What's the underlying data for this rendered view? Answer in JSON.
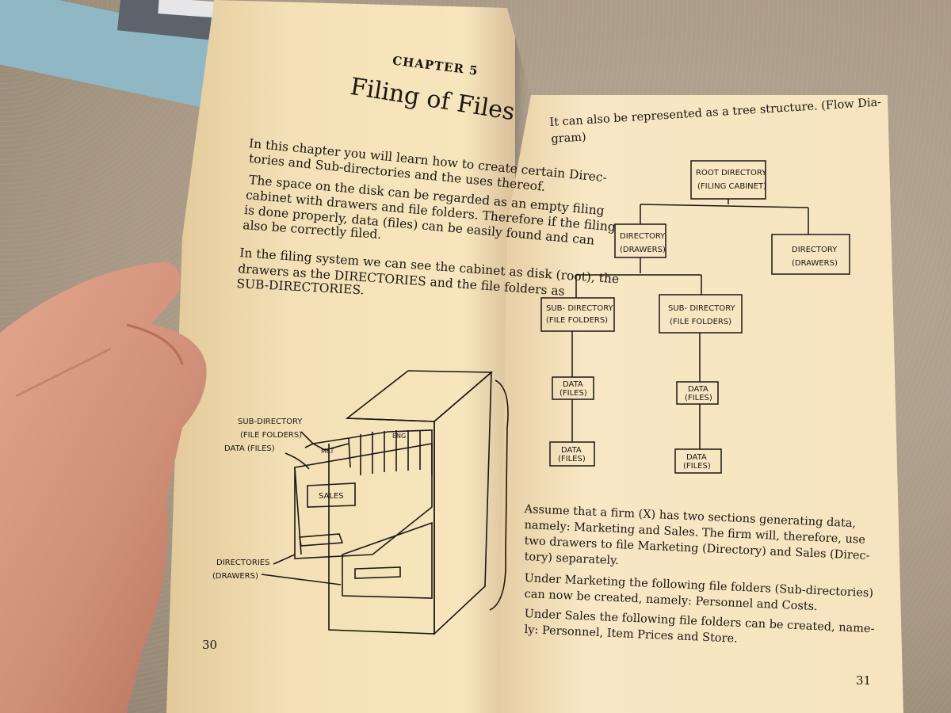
{
  "left_page": {
    "chapter_label": "CHAPTER 5",
    "chapter_title": "Filing of Files",
    "paragraphs": [
      [
        "In this chapter you will learn how to create certain Direc-",
        "tories and Sub-directories and the uses thereof."
      ],
      [
        "The space on the disk can be regarded as an empty filing",
        "cabinet with drawers and file folders. Therefore if the filing",
        "is done properly, data (files) can be easily found and can",
        "also be correctly filed."
      ],
      [
        "In the filing system we can see the cabinet as disk (root), the",
        "drawers as the DIRECTORIES and the file folders as",
        "SUB-DIRECTORIES."
      ]
    ],
    "figure_labels": {
      "sub_directory": "SUB-DIRECTORY",
      "file_folders": "(FILE FOLDERS)",
      "data_files": "DATA (FILES)",
      "directories": "DIRECTORIES",
      "drawers": "(DRAWERS)",
      "sales": "SALES",
      "mkt": "MKT",
      "eng": "ENG"
    },
    "page_number": "30"
  },
  "right_page": {
    "intro": [
      "It can also be represented as a tree structure. (Flow Dia-",
      "gram)"
    ],
    "tree": {
      "root": [
        "ROOT DIRECTORY",
        "(FILING CABINET)"
      ],
      "directory_left": [
        "DIRECTORY",
        "(DRAWERS)"
      ],
      "directory_right": [
        "DIRECTORY",
        "(DRAWERS)"
      ],
      "sub_left": [
        "SUB- DIRECTORY",
        "(FILE FOLDERS)"
      ],
      "sub_right": [
        "SUB- DIRECTORY",
        "(FILE FOLDERS)"
      ],
      "data": [
        "DATA",
        "(FILES)"
      ]
    },
    "paragraphs": [
      [
        "Assume that a firm (X) has two sections generating data,",
        "namely: Marketing and Sales. The firm will, therefore, use",
        "two drawers to file Marketing (Directory) and Sales (Direc-",
        "tory) separately."
      ],
      [
        "Under Marketing the following file folders (Sub-directories)",
        "can now be created, namely: Personnel and Costs."
      ],
      [
        "Under Sales the following file folders can be created, name-",
        "ly: Personnel, Item Prices and Store."
      ]
    ],
    "page_number": "31"
  }
}
